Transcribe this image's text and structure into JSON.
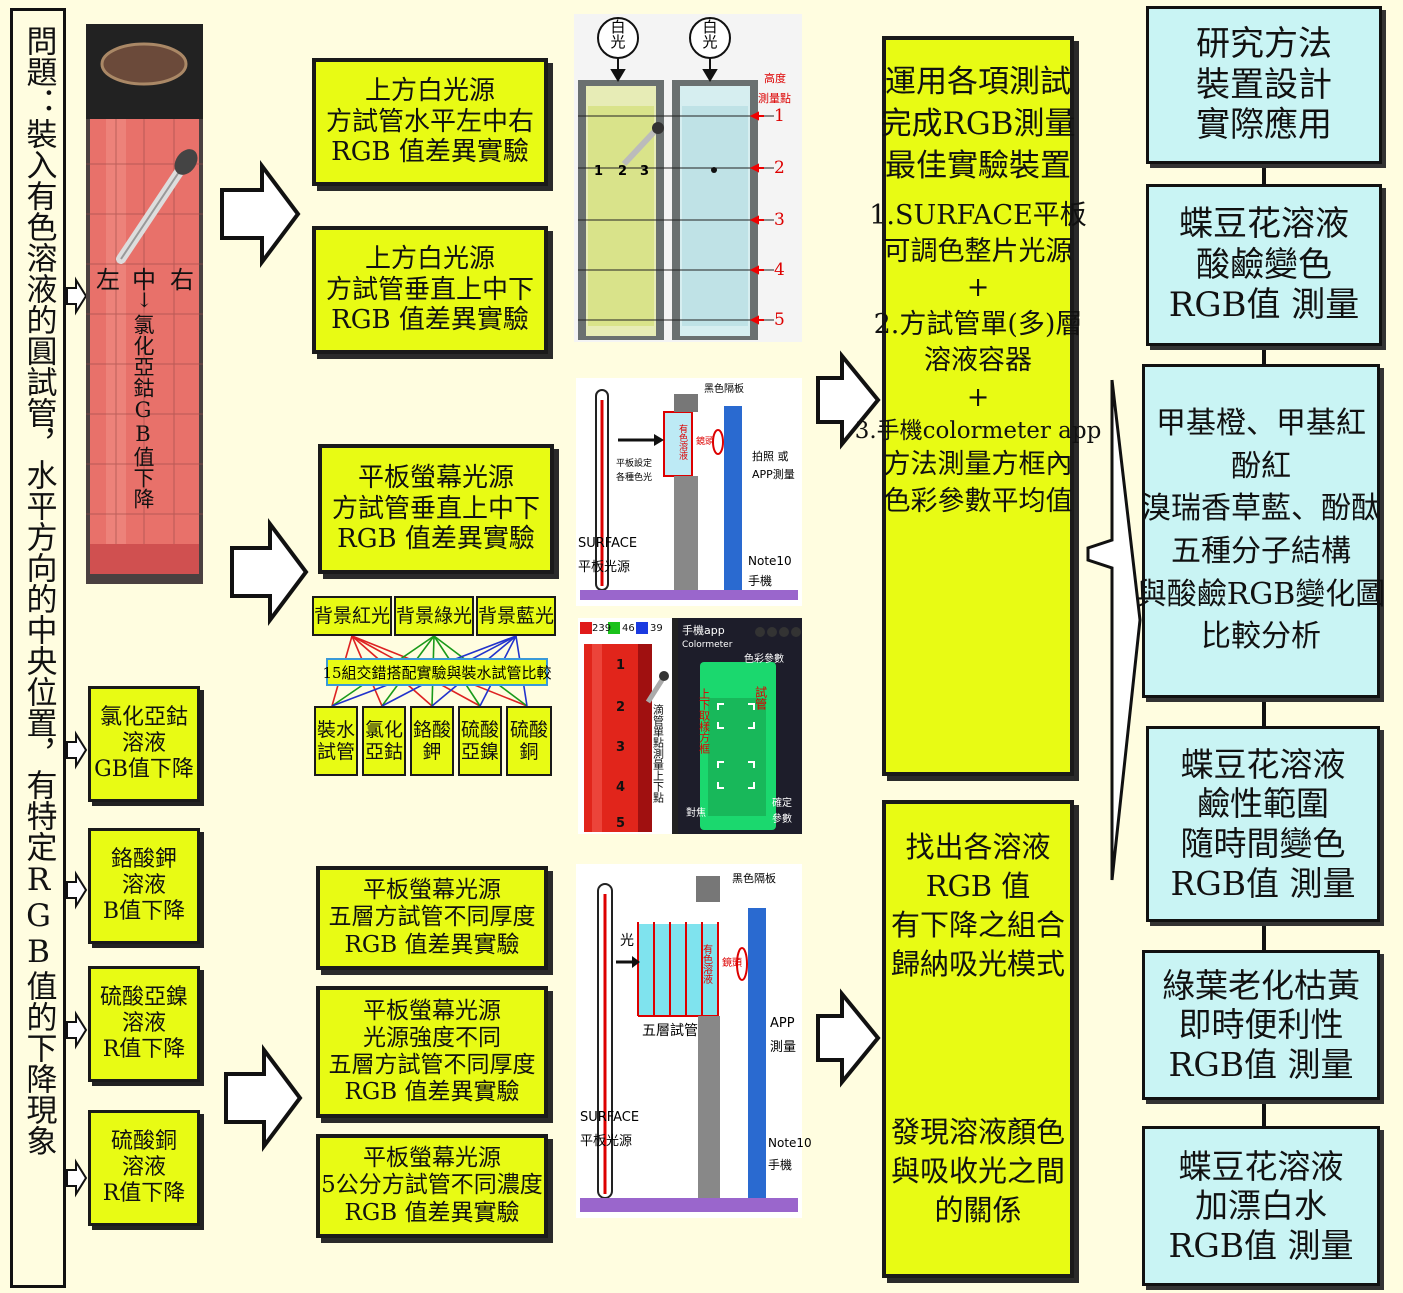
{
  "left_title": "問題：裝入有色溶液的圓試管，水平方向的中央位置，有特定RGB值的下降現象",
  "photo1": {
    "left": "左",
    "mid": "中",
    "right": "右",
    "vertical_note": "氯化亞鈷GB值下降"
  },
  "small_boxes": [
    {
      "l1": "氯化亞鈷",
      "l2": "溶液",
      "l3": "GB值下降"
    },
    {
      "l1": "鉻酸鉀",
      "l2": "溶液",
      "l3": "B值下降"
    },
    {
      "l1": "硫酸亞鎳",
      "l2": "溶液",
      "l3": "R值下降"
    },
    {
      "l1": "硫酸銅",
      "l2": "溶液",
      "l3": "R值下降"
    }
  ],
  "experiments": [
    {
      "l1": "上方白光源",
      "l2": "方試管水平左中右",
      "l3": "RGB 值差異實驗"
    },
    {
      "l1": "上方白光源",
      "l2": "方試管垂直上中下",
      "l3": "RGB 值差異實驗"
    },
    {
      "l1": "平板螢幕光源",
      "l2": "方試管垂直上中下",
      "l3": "RGB 值差異實驗"
    },
    {
      "l1": "平板螢幕光源",
      "l2": "五層方試管不同厚度",
      "l3": "RGB 值差異實驗"
    },
    {
      "l1": "平板螢幕光源",
      "l2": "光源強度不同",
      "l3": "五層方試管不同厚度",
      "l4": "RGB 值差異實驗"
    },
    {
      "l1": "平板螢幕光源",
      "l2": "5公分方試管不同濃度",
      "l3": "RGB 值差異實驗"
    }
  ],
  "matrix": {
    "backgrounds": [
      "背景紅光",
      "背景綠光",
      "背景藍光"
    ],
    "center": "15組交錯搭配實驗與裝水試管比較",
    "solutions": [
      [
        "裝水",
        "試管"
      ],
      [
        "氯化",
        "亞鈷"
      ],
      [
        "鉻酸",
        "鉀"
      ],
      [
        "硫酸",
        "亞鎳"
      ],
      [
        "硫酸",
        "銅"
      ]
    ]
  },
  "setup1": {
    "white_light": "白光",
    "height_label_1": "高度",
    "height_label_2": "測量點",
    "marks": [
      "1",
      "2",
      "3",
      "4",
      "5"
    ],
    "cols": [
      "1",
      "2",
      "3"
    ]
  },
  "setup2": {
    "black_board": "黑色隔板",
    "tablet_note_1": "平板設定",
    "tablet_note_2": "各種色光",
    "liquid": "有色溶液",
    "lens": "鏡頭",
    "photo_note_1": "拍照 或",
    "photo_note_2": "APP測量",
    "surface_1": "SURFACE",
    "surface_2": "平板光源",
    "phone_1": "Note10",
    "phone_2": "手機"
  },
  "setup3": {
    "rgb": [
      "239",
      "46",
      "39"
    ],
    "scale": [
      "1",
      "2",
      "3",
      "4",
      "5"
    ],
    "dropper_note": "滴管單點測量上下點",
    "app_1": "手機app",
    "app_2": "Colormeter",
    "color_param": "色彩參數",
    "tube": "試管",
    "sample_frame": "上下取樣方框",
    "focus": "對焦",
    "confirm_1": "確定",
    "confirm_2": "參數"
  },
  "setup4": {
    "black_board": "黑色隔板",
    "light": "光",
    "liquid": "有色溶液",
    "lens": "鏡頭",
    "five_tubes": "五層試管",
    "app_1": "APP",
    "app_2": "測量",
    "surface_1": "SURFACE",
    "surface_2": "平板光源",
    "phone_1": "Note10",
    "phone_2": "手機"
  },
  "big_box_1": {
    "lines": [
      "運用各項測試",
      "完成RGB測量",
      "最佳實驗裝置"
    ],
    "items": [
      {
        "a": "1.SURFACE平板",
        "b": "可調色整片光源"
      },
      {
        "a": "2.方試管單(多)層",
        "b": "溶液容器"
      },
      {
        "a": "3.手機colormeter app",
        "b": "方法測量方框內",
        "c": "色彩參數平均值"
      }
    ],
    "plus": "+"
  },
  "big_box_2": {
    "lines": [
      "找出各溶液",
      "RGB 值",
      "有下降之組合",
      "歸納吸光模式"
    ],
    "result": [
      "發現溶液顏色",
      "與吸收光之間",
      "的關係"
    ]
  },
  "right_boxes": [
    [
      "研究方法",
      "裝置設計",
      "實際應用"
    ],
    [
      "蝶豆花溶液",
      "酸鹼變色",
      "RGB值 測量"
    ],
    [
      "甲基橙、甲基紅",
      "酚紅",
      "溴瑞香草藍、酚酞",
      "五種分子結構",
      "與酸鹼RGB變化圖",
      "比較分析"
    ],
    [
      "蝶豆花溶液",
      "鹼性範圍",
      "隨時間變色",
      "RGB值 測量"
    ],
    [
      "綠葉老化枯黃",
      "即時便利性",
      "RGB值 測量"
    ],
    [
      "蝶豆花溶液",
      "加漂白水",
      "RGB值 測量"
    ]
  ],
  "colors": {
    "yellow_box": "#e8fb14",
    "cyan_box": "#c9f4f4",
    "background": "#fffde0"
  }
}
